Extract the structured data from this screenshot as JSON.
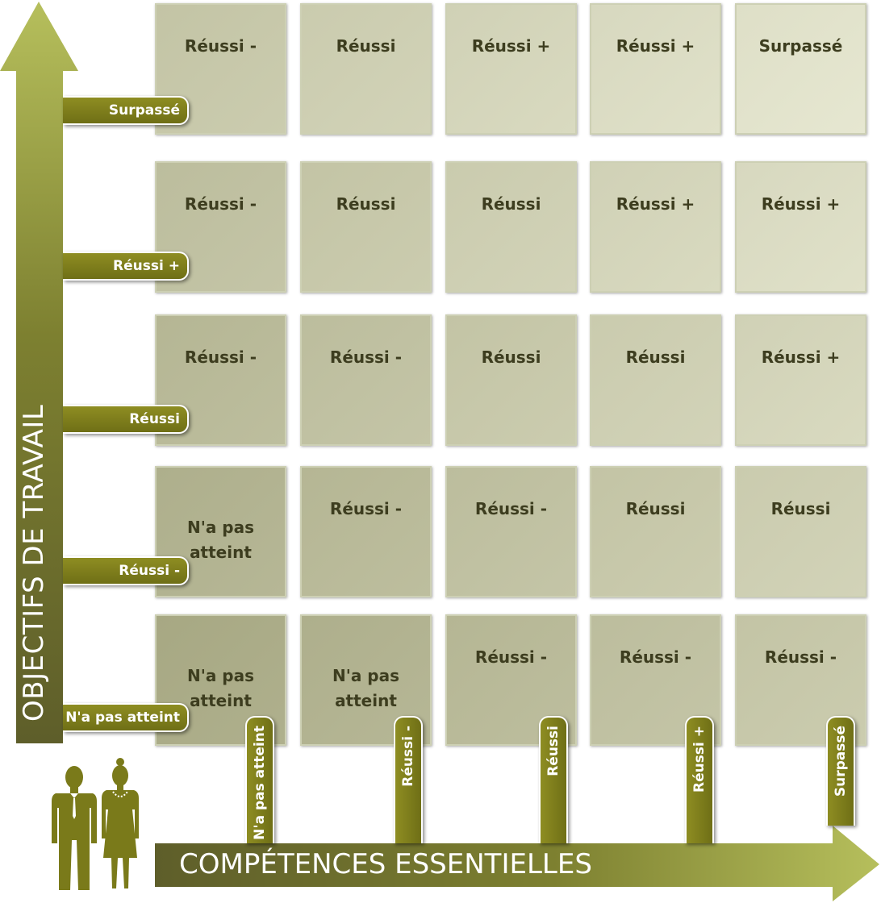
{
  "y_axis": {
    "title": "OBJECTIFS DE TRAVAIL"
  },
  "x_axis": {
    "title": "COMPÉTENCES ESSENTIELLES"
  },
  "row_labels": [
    "Surpassé",
    "Réussi +",
    "Réussi",
    "Réussi -",
    "N'a pas atteint"
  ],
  "column_labels": [
    "N'a pas atteint",
    "Réussi -",
    "Réussi",
    "Réussi +",
    "Surpassé"
  ],
  "matrix": [
    [
      [
        "Réussi -"
      ],
      [
        "Réussi"
      ],
      [
        "Réussi +"
      ],
      [
        "Réussi +"
      ],
      [
        "Surpassé"
      ]
    ],
    [
      [
        "Réussi -"
      ],
      [
        "Réussi"
      ],
      [
        "Réussi"
      ],
      [
        "Réussi +"
      ],
      [
        "Réussi +"
      ]
    ],
    [
      [
        "Réussi -"
      ],
      [
        "Réussi -"
      ],
      [
        "Réussi"
      ],
      [
        "Réussi"
      ],
      [
        "Réussi +"
      ]
    ],
    [
      [
        "N'a pas",
        "atteint"
      ],
      [
        "Réussi -"
      ],
      [
        "Réussi -"
      ],
      [
        "Réussi"
      ],
      [
        "Réussi"
      ]
    ],
    [
      [
        "N'a pas",
        "atteint"
      ],
      [
        "N'a pas",
        "atteint"
      ],
      [
        "Réussi -"
      ],
      [
        "Réussi -"
      ],
      [
        "Réussi -"
      ]
    ]
  ],
  "icons": [
    "man-silhouette-icon",
    "woman-silhouette-icon"
  ],
  "colors": {
    "tab_olive": "#7a7a1a",
    "arrow_dark": "#5e5e2a",
    "arrow_light": "#b4bc5a",
    "cell_dark": "#a7a883",
    "cell_light": "#ecedd8",
    "cell_text": "#3d3d1f"
  }
}
